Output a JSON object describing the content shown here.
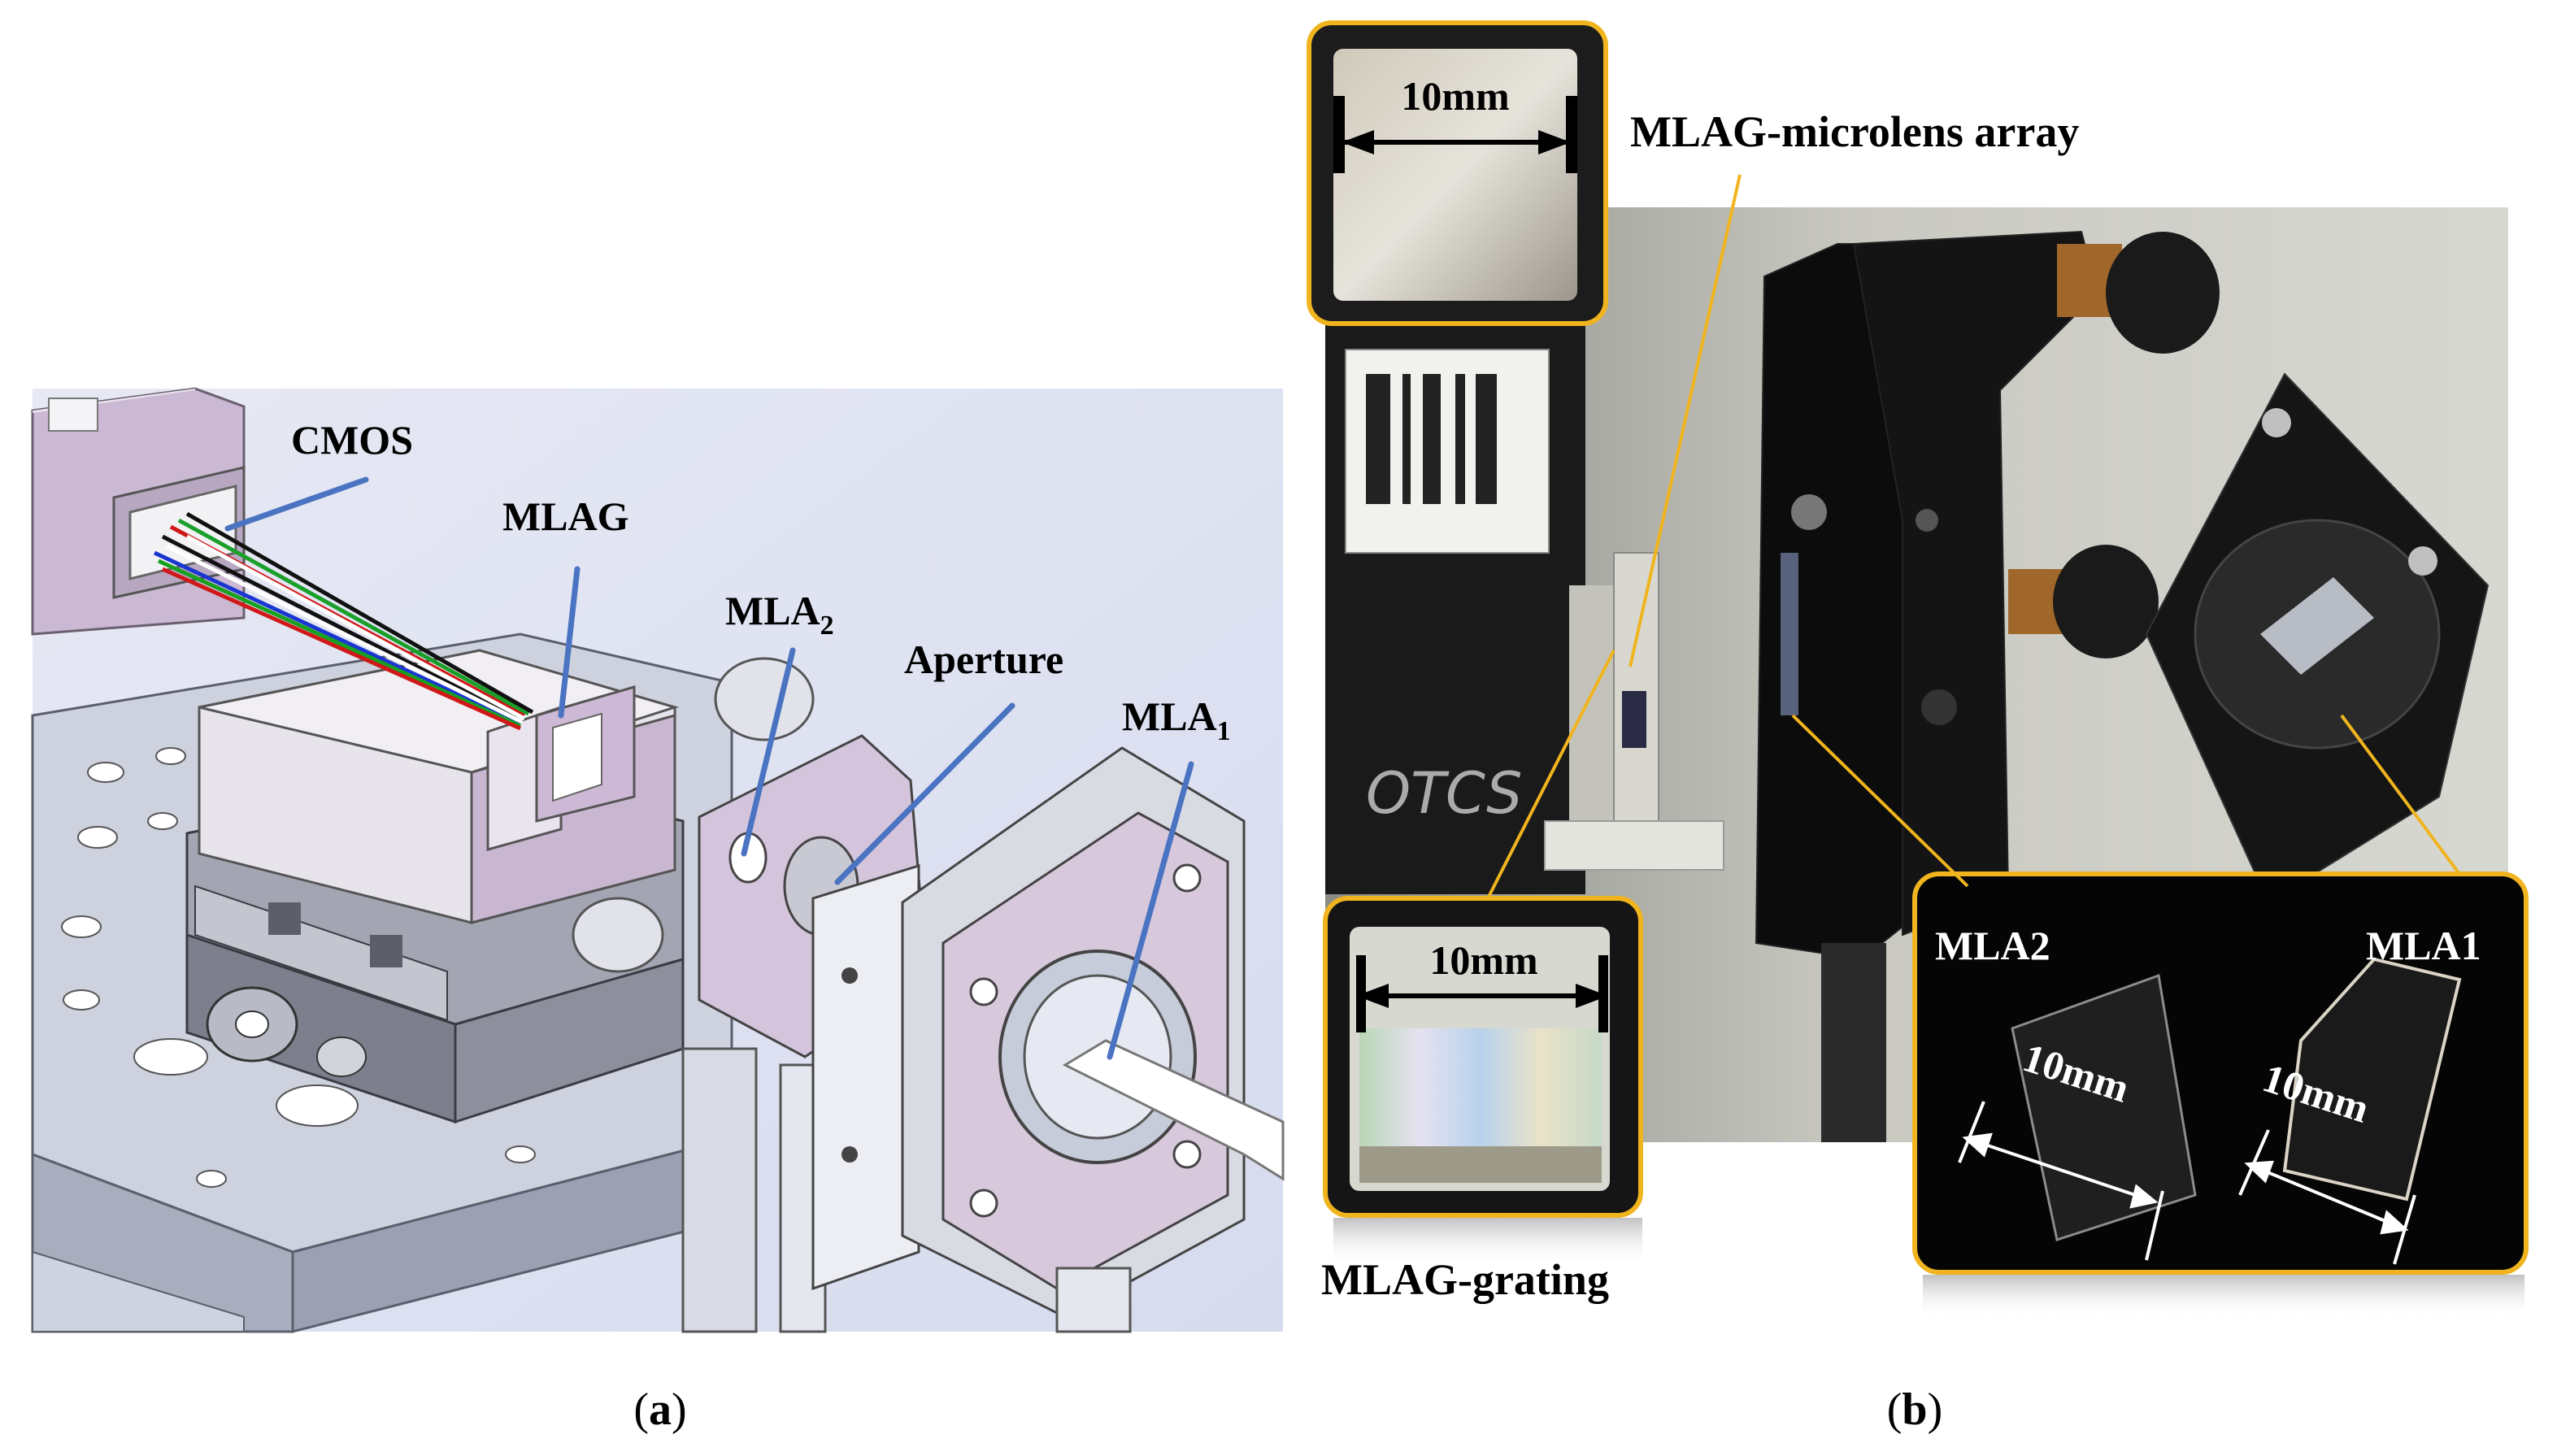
{
  "panel_a": {
    "labels": {
      "cmos": "CMOS",
      "mlag": "MLAG",
      "mla2_base": "MLA",
      "mla2_sub": "2",
      "aperture": "Aperture",
      "mla1_base": "MLA",
      "mla1_sub": "1"
    },
    "caption_open": "(",
    "caption_letter": "a",
    "caption_close": ")"
  },
  "panel_b": {
    "labels": {
      "microlens": "MLAG-microlens array",
      "grating": "MLAG-grating",
      "inset_top_scale": "10mm",
      "inset_bottom_scale": "10mm",
      "inset_mla2": "MLA2",
      "inset_mla1": "MLA1",
      "inset_mla2_scale": "10mm",
      "inset_mla1_scale": "10mm"
    },
    "caption_open": "(",
    "caption_letter": "b",
    "caption_close": ")"
  },
  "colors": {
    "cad_bg": "#dfe3f2",
    "cad_purple": "#cbb8d3",
    "cad_gray": "#c9ccd6",
    "callout_blue": "#4a74c2",
    "callout_gold": "#f0b41e",
    "inset_black": "#050505"
  }
}
